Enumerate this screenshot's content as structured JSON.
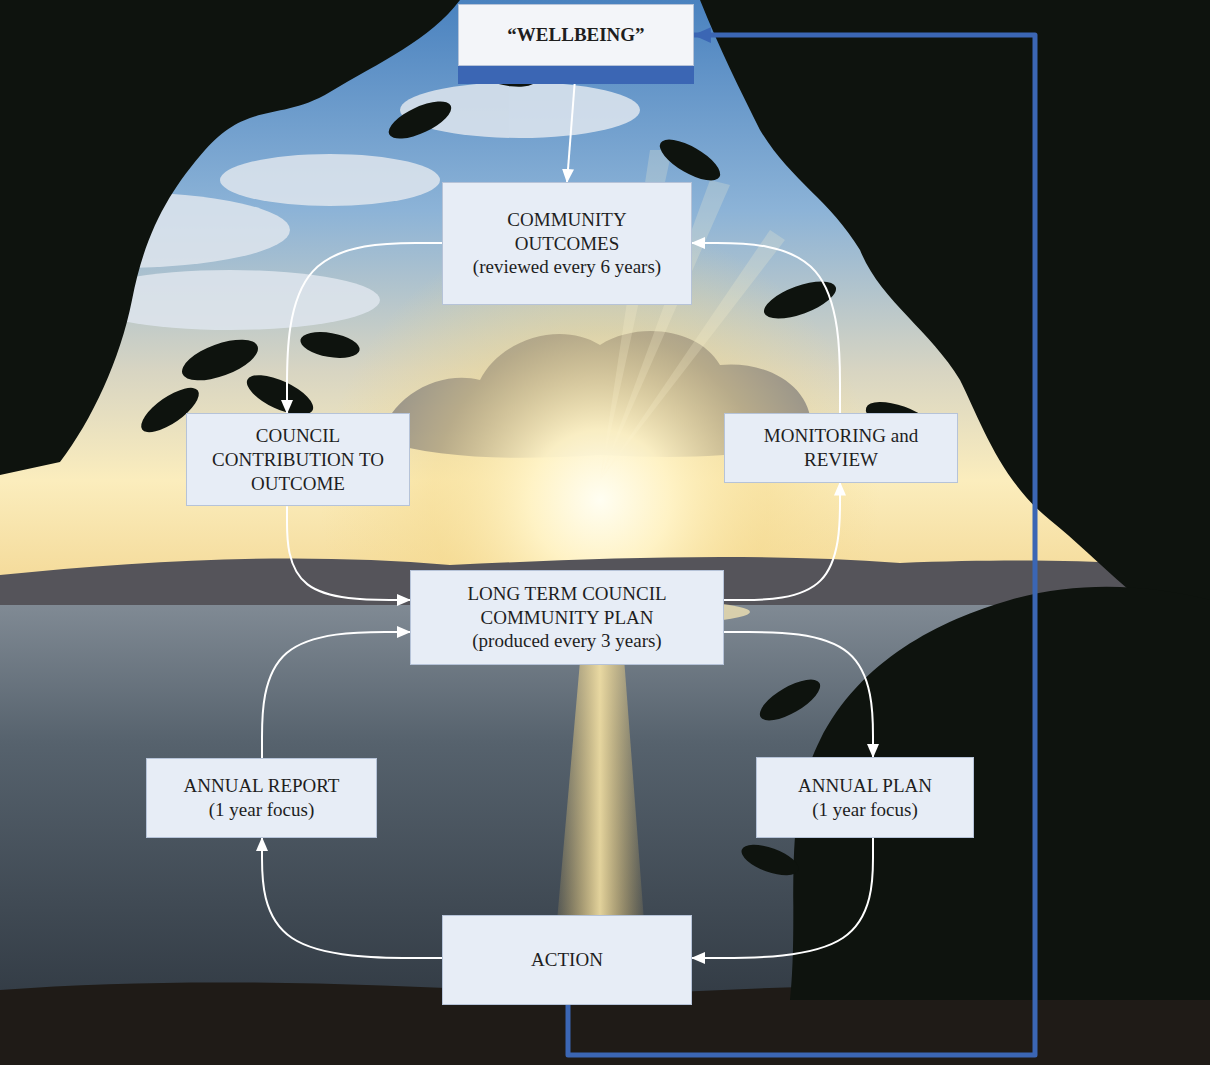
{
  "diagram": {
    "nodes": [
      {
        "text": [
          "“WELLBEING”"
        ]
      },
      {
        "text": [
          "COMMUNITY OUTCOMES",
          "(reviewed every 6 years)"
        ]
      },
      {
        "text": [
          "COUNCIL CONTRIBUTION TO OUTCOME"
        ]
      },
      {
        "text": [
          "MONITORING and REVIEW"
        ]
      },
      {
        "text": [
          "LONG TERM COUNCIL COMMUNITY PLAN",
          "(produced every 3 years)"
        ]
      },
      {
        "text": [
          "ANNUAL REPORT",
          "(1 year focus)"
        ]
      },
      {
        "text": [
          "ANNUAL PLAN",
          "(1 year focus)"
        ]
      },
      {
        "text": [
          "ACTION"
        ]
      }
    ],
    "edges": [
      {
        "from": 0,
        "to": 1,
        "arrow": "to"
      },
      {
        "from": 1,
        "to": 2,
        "arrow": "to"
      },
      {
        "from": 2,
        "to": 4,
        "arrow": "to"
      },
      {
        "from": 4,
        "to": 3,
        "arrow": "to"
      },
      {
        "from": 3,
        "to": 1,
        "arrow": "to"
      },
      {
        "from": 4,
        "to": 6,
        "arrow": "to"
      },
      {
        "from": 6,
        "to": 7,
        "arrow": "to"
      },
      {
        "from": 7,
        "to": 5,
        "arrow": "to"
      },
      {
        "from": 5,
        "to": 4,
        "arrow": "to"
      },
      {
        "from": 7,
        "to": 0,
        "arrow": "to"
      }
    ]
  }
}
